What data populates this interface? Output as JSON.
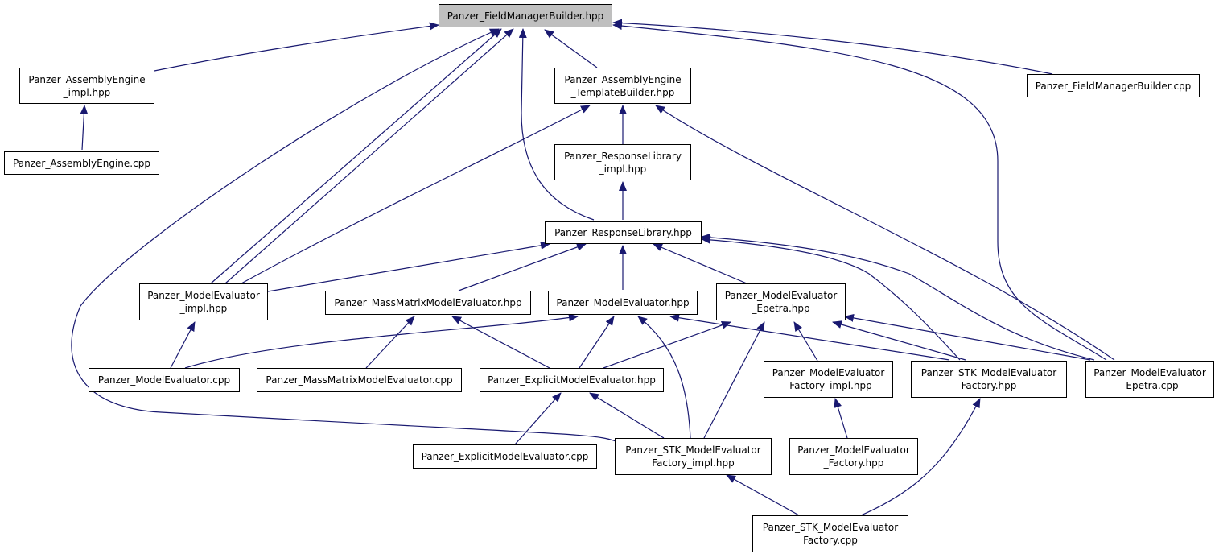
{
  "nodes": {
    "fmb_hpp": [
      "Panzer_FieldManagerBuilder.hpp"
    ],
    "ae_impl": [
      "Panzer_AssemblyEngine",
      "_impl.hpp"
    ],
    "ae_tb": [
      "Panzer_AssemblyEngine",
      "_TemplateBuilder.hpp"
    ],
    "fmb_cpp": [
      "Panzer_FieldManagerBuilder.cpp"
    ],
    "ae_cpp": [
      "Panzer_AssemblyEngine.cpp"
    ],
    "rl_impl": [
      "Panzer_ResponseLibrary",
      "_impl.hpp"
    ],
    "rl": [
      "Panzer_ResponseLibrary.hpp"
    ],
    "me_impl": [
      "Panzer_ModelEvaluator",
      "_impl.hpp"
    ],
    "mmme": [
      "Panzer_MassMatrixModelEvaluator.hpp"
    ],
    "me": [
      "Panzer_ModelEvaluator.hpp"
    ],
    "me_ep": [
      "Panzer_ModelEvaluator",
      "_Epetra.hpp"
    ],
    "me_cpp": [
      "Panzer_ModelEvaluator.cpp"
    ],
    "mmme_cpp": [
      "Panzer_MassMatrixModelEvaluator.cpp"
    ],
    "eme": [
      "Panzer_ExplicitModelEvaluator.hpp"
    ],
    "me_fi": [
      "Panzer_ModelEvaluator",
      "_Factory_impl.hpp"
    ],
    "stk_f": [
      "Panzer_STK_ModelEvaluator",
      "Factory.hpp"
    ],
    "me_ep_cpp": [
      "Panzer_ModelEvaluator",
      "_Epetra.cpp"
    ],
    "eme_cpp": [
      "Panzer_ExplicitModelEvaluator.cpp"
    ],
    "stk_fi": [
      "Panzer_STK_ModelEvaluator",
      "Factory_impl.hpp"
    ],
    "me_f": [
      "Panzer_ModelEvaluator",
      "_Factory.hpp"
    ],
    "stk_f_cpp": [
      "Panzer_STK_ModelEvaluator",
      "Factory.cpp"
    ]
  },
  "colors": {
    "edge": "#191970",
    "root_fill": "#bfbfbf",
    "node_fill": "#ffffff",
    "border": "#000000"
  }
}
